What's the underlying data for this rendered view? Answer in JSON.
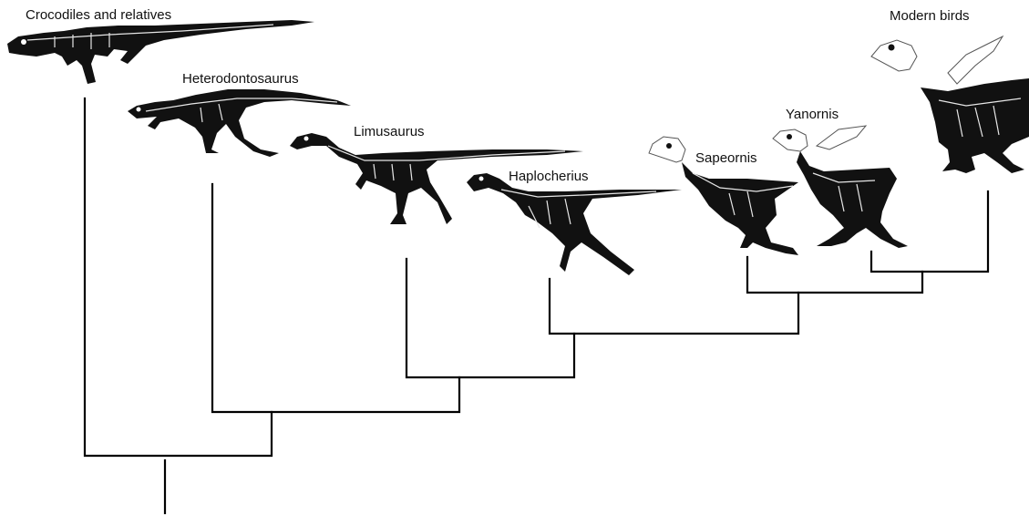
{
  "taxa": [
    {
      "label": "Crocodiles and relatives",
      "icon": "crocodile-skeleton-icon"
    },
    {
      "label": "Heterodontosaurus",
      "icon": "heterodontosaurus-skeleton-icon"
    },
    {
      "label": "Limusaurus",
      "icon": "limusaurus-skeleton-icon"
    },
    {
      "label": "Haplocherius",
      "icon": "haplocherius-skeleton-icon"
    },
    {
      "label": "Sapeornis",
      "icon": "sapeornis-skeleton-icon"
    },
    {
      "label": "Yanornis",
      "icon": "yanornis-skeleton-icon"
    },
    {
      "label": "Modern birds",
      "icon": "modern-bird-skeleton-icon"
    }
  ],
  "colors": {
    "lines": "#000000",
    "silhouette": "#111111",
    "background": "#ffffff"
  }
}
